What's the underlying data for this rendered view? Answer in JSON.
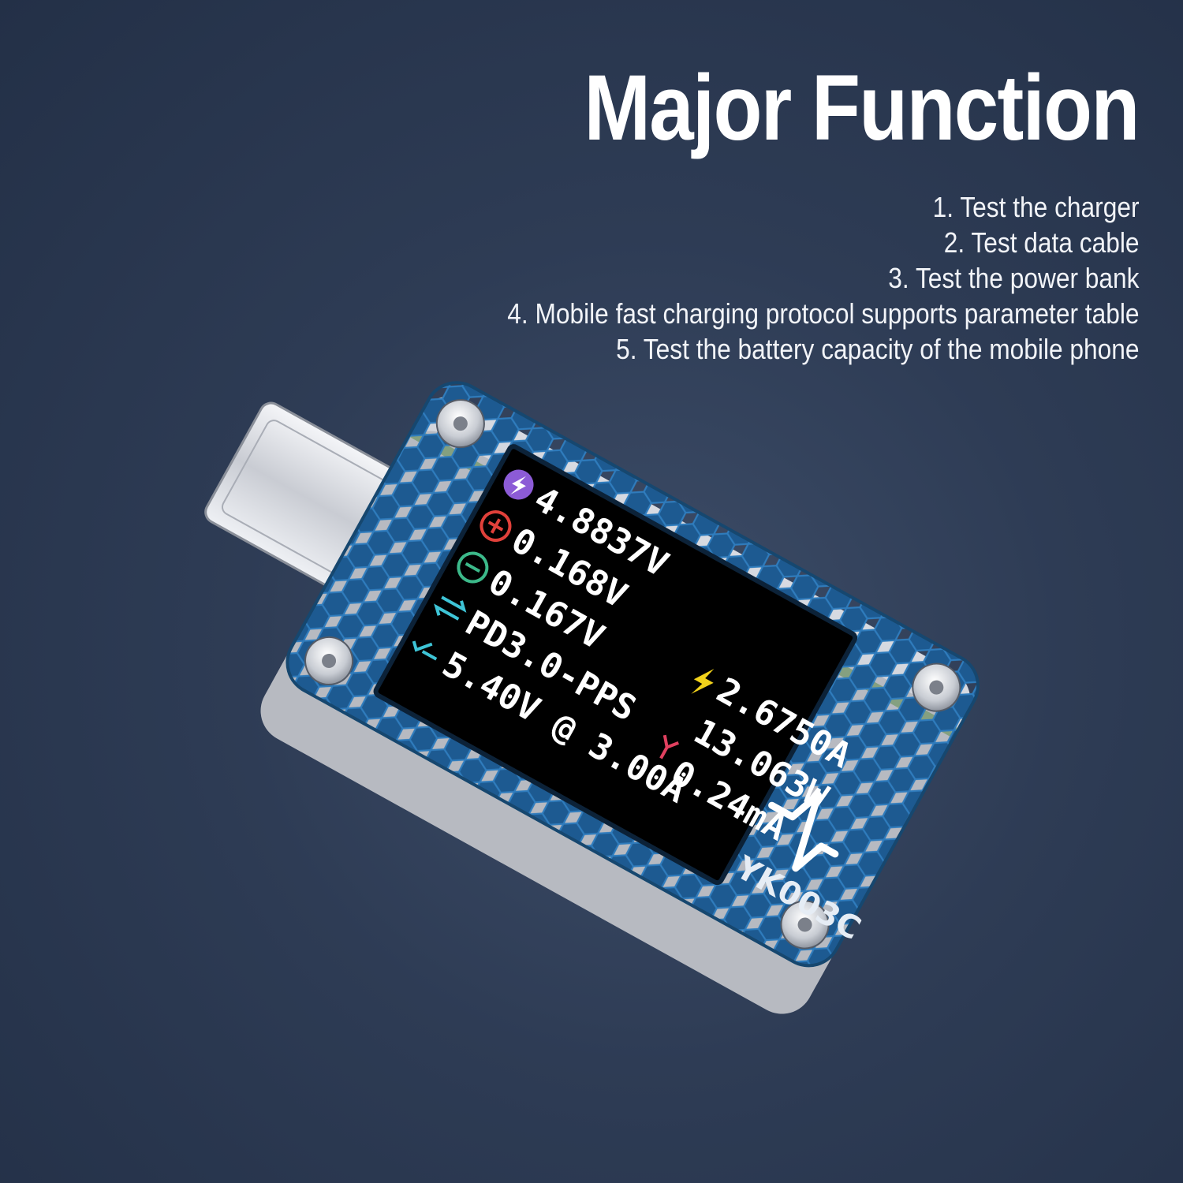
{
  "headline": "Major Function",
  "features": [
    "1. Test the charger",
    "2. Test data cable",
    "3. Test the power bank",
    "4. Mobile fast charging protocol supports parameter table",
    "5. Test the battery capacity of the mobile phone"
  ],
  "device": {
    "model": "YK003C",
    "colors": {
      "body": "#1f5e96",
      "screen": "#000000"
    },
    "screen_left": {
      "vbus": "4.8837V",
      "cc1": "0.168V",
      "cc2": "0.167V",
      "protocol": "PD3.0-PPS",
      "request": "5.40V @ 3.00A"
    },
    "screen_right": {
      "current": "2.6750A",
      "power": "13.063W",
      "small_current": "0.24mA"
    },
    "icons": [
      "vbus-bolt-icon",
      "cc1-plus-icon",
      "cc2-minus-icon",
      "protocol-arrows-icon",
      "request-check-icon",
      "power-bolt-icon",
      "split-arrow-icon"
    ]
  }
}
